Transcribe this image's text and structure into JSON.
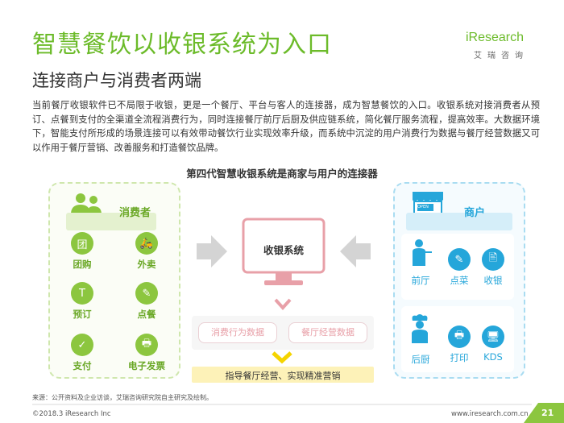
{
  "title": "智慧餐饮以收银系统为入口",
  "subtitle": "连接商户与消费者两端",
  "logo": {
    "brand": "iResearch",
    "sub": "艾瑞咨询"
  },
  "body_text": "当前餐厅收银软件已不局限于收银，更是一个餐厅、平台与客人的连接器，成为智慧餐饮的入口。收银系统对接消费者从预订、点餐到支付的全渠道全流程消费行为，同时连接餐厅前厅后厨及供应链系统，简化餐厅服务流程，提高效率。大数据环境下，智能支付所形成的场景连接可以有效带动餐饮行业实现效率升级，而系统中沉淀的用户消费行为数据与餐厅经营数据又可以作用于餐厅营销、改善服务和打造餐饮品牌。",
  "diagram": {
    "title": "第四代智慧收银系统是商家与用户的连接器",
    "consumer": {
      "label": "消费者",
      "items": [
        "团购",
        "外卖",
        "预订",
        "点餐",
        "支付",
        "电子发票"
      ],
      "icons": [
        "团",
        "🛵",
        "T",
        "✎",
        "✓",
        "🖶"
      ]
    },
    "merchant": {
      "label": "商户",
      "sign": "OPEN",
      "front": {
        "label": "前厅",
        "items": [
          "点菜",
          "收银"
        ],
        "icons": [
          "✎",
          "🖹"
        ]
      },
      "kitchen": {
        "label": "后厨",
        "items": [
          "打印",
          "KDS"
        ],
        "icons": [
          "🖶",
          "🖥"
        ]
      }
    },
    "center": {
      "system": "收银系统",
      "data_items": [
        "消费行为数据",
        "餐厅经营数据"
      ],
      "result": "指导餐厅经营、实现精准营销"
    }
  },
  "source": "来源：公开资料及企业访谈，艾瑞咨询研究院自主研究及绘制。",
  "copyright": "©2018.3 iResearch Inc",
  "site": "www.iresearch.com.cn",
  "page": "21",
  "colors": {
    "green": "#6cbb2a",
    "blue": "#25a6da",
    "pink": "#e8a0a8",
    "yellow": "#f5d400"
  }
}
